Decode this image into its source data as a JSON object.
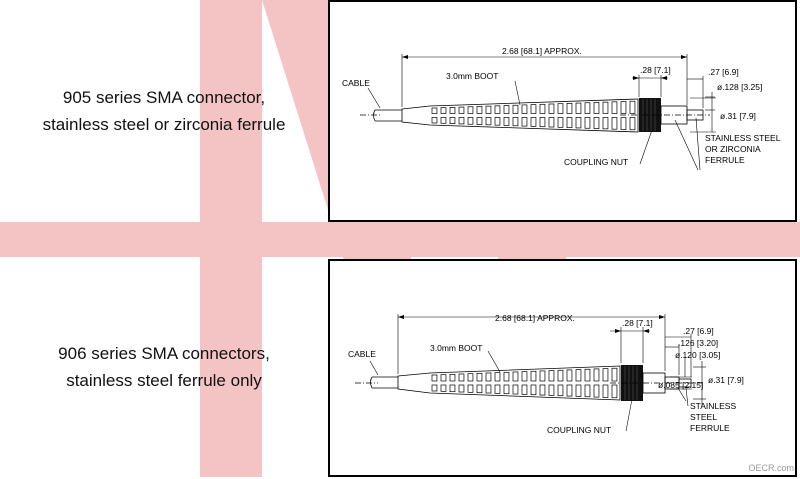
{
  "colors": {
    "watermark": "#f2b9b9",
    "line": "#000000",
    "background": "#ffffff"
  },
  "top": {
    "desc_line1": "905 series SMA connector,",
    "desc_line2": "stainless steel or zirconia ferrule",
    "labels": {
      "length": "2.68 [68.1] APPROX.",
      "cable": "CABLE",
      "boot": "3.0mm BOOT",
      "nut_len": ".28 [7.1]",
      "tip_len": ".27 [6.9]",
      "ferrule_dia": "ø.128 [3.25]",
      "body_dia": "ø.31 [7.9]",
      "ferrule_1": "STAINLESS STEEL",
      "ferrule_2": "OR ZIRCONIA",
      "ferrule_3": "FERRULE",
      "coupling_nut": "COUPLING NUT"
    }
  },
  "bottom": {
    "desc_line1": "906 series SMA connectors,",
    "desc_line2": "stainless steel ferrule only",
    "labels": {
      "length": "2.68 [68.1] APPROX.",
      "cable": "CABLE",
      "boot": "3.0mm BOOT",
      "nut_len": ".28 [7.1]",
      "tip_len": ".27 [6.9]",
      "step_len": ".126 [3.20]",
      "step_dia": "ø.120 [3.05]",
      "body_dia": "ø.31 [7.9]",
      "ferrule_dia": "ø.085 [2.15]",
      "ferrule_1": "STAINLESS",
      "ferrule_2": "STEEL",
      "ferrule_3": "FERRULE",
      "coupling_nut": "COUPLING NUT"
    }
  },
  "credit": "OECR.com"
}
